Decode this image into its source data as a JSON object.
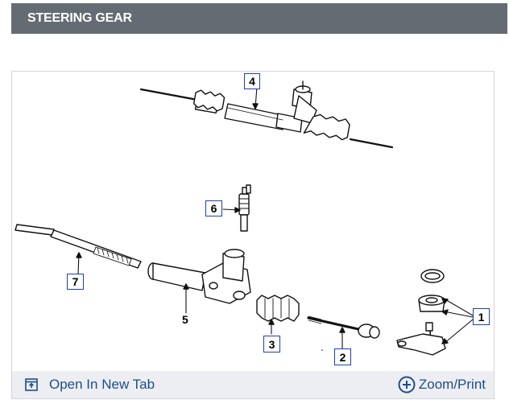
{
  "header": {
    "title": "STEERING GEAR"
  },
  "diagram": {
    "callouts": [
      {
        "id": "callout-1",
        "label": "1"
      },
      {
        "id": "callout-2",
        "label": "2"
      },
      {
        "id": "callout-3",
        "label": "3"
      },
      {
        "id": "callout-4",
        "label": "4"
      },
      {
        "id": "callout-5",
        "label": "5"
      },
      {
        "id": "callout-6",
        "label": "6"
      },
      {
        "id": "callout-7",
        "label": "7"
      }
    ]
  },
  "footer": {
    "open_tab_label": "Open In New Tab",
    "zoom_label": "Zoom/Print"
  },
  "colors": {
    "header_bg": "#646b73",
    "footer_bg": "#eceef1",
    "link": "#1e4d8a",
    "callout_border": "#1f3fb5"
  },
  "icons": {
    "open_tab": "open-in-new-tab-icon",
    "zoom": "zoom-plus-circle-icon"
  }
}
